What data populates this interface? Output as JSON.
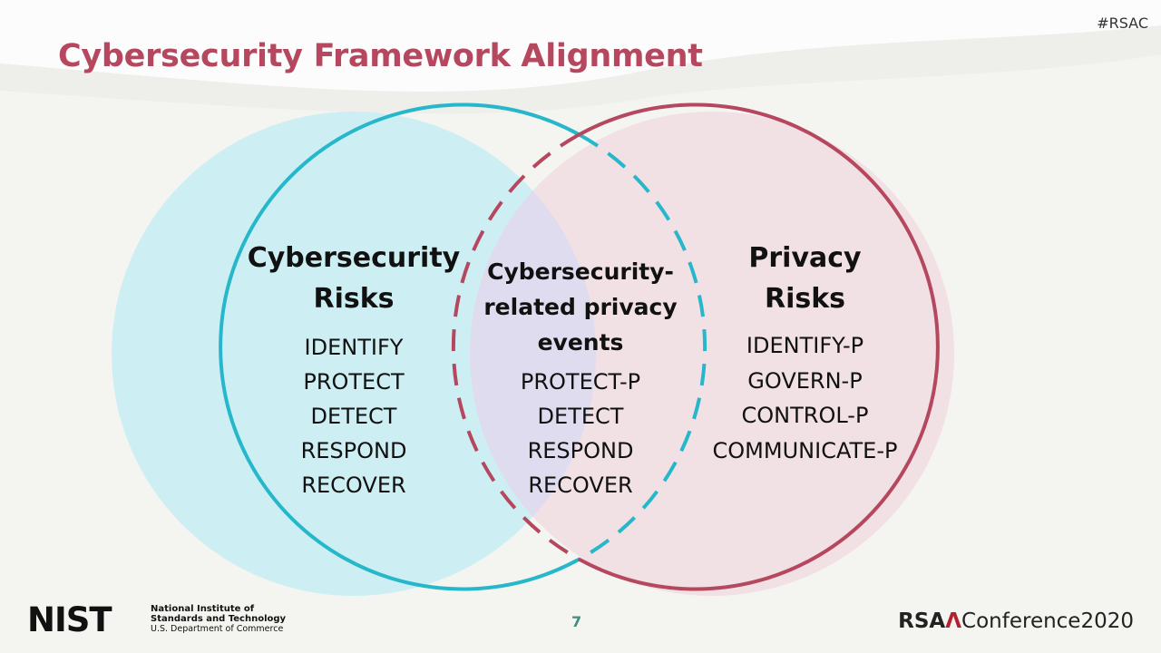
{
  "header": {
    "hashtag": "#RSAC",
    "title": "Cybersecurity Framework Alignment"
  },
  "diagram": {
    "left": {
      "heading_line1": "Cybersecurity",
      "heading_line2": "Risks",
      "items": [
        "IDENTIFY",
        "PROTECT",
        "DETECT",
        "RESPOND",
        "RECOVER"
      ],
      "fill": "#cdeff3",
      "stroke": "#26b7cb"
    },
    "center": {
      "heading_line1": "Cybersecurity-",
      "heading_line2": "related privacy",
      "heading_line3": "events",
      "items": [
        "PROTECT-P",
        "DETECT",
        "RESPOND",
        "RECOVER"
      ],
      "fill": "#e0dcef"
    },
    "right": {
      "heading_line1": "Privacy",
      "heading_line2": "Risks",
      "items": [
        "IDENTIFY-P",
        "GOVERN-P",
        "CONTROL-P",
        "COMMUNICATE-P"
      ],
      "fill": "#f1e0e4",
      "stroke": "#b5475f"
    }
  },
  "footer": {
    "nist_logo_text": "NIST",
    "nist_line1": "National Institute of",
    "nist_line2": "Standards and Technology",
    "nist_line3": "U.S. Department of Commerce",
    "page_number": "7",
    "rsa_prefix": "RSA",
    "rsa_mark": "Λ",
    "rsa_suffix": "Conference2020"
  },
  "colors": {
    "title": "#b5475f",
    "page_number": "#3f8f7c",
    "rsa_accent": "#b4202e"
  }
}
